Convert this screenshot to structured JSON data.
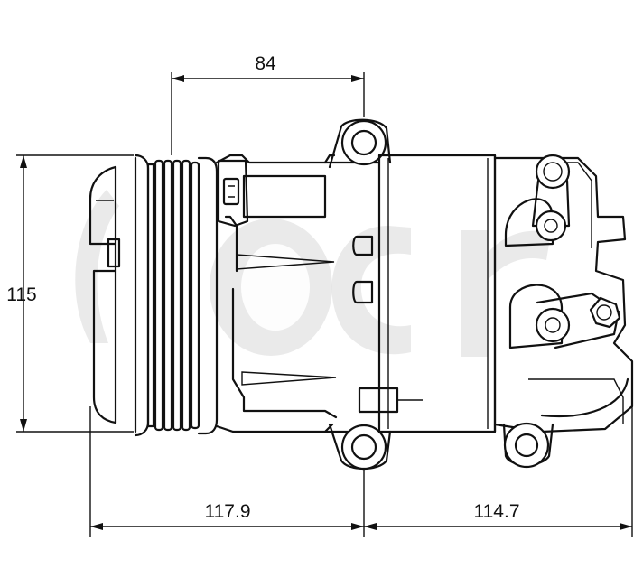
{
  "dimensions": {
    "top_width": "84",
    "height": "115",
    "bottom_left": "117.9",
    "bottom_right": "114.7"
  },
  "watermark": {
    "text": "acr",
    "color": "#d9d9d9"
  },
  "colors": {
    "line": "#111111",
    "background": "#ffffff"
  },
  "icons": [
    "compressor-drawing",
    "pulley-icon",
    "mounting-ear-icon",
    "connector-icon"
  ]
}
